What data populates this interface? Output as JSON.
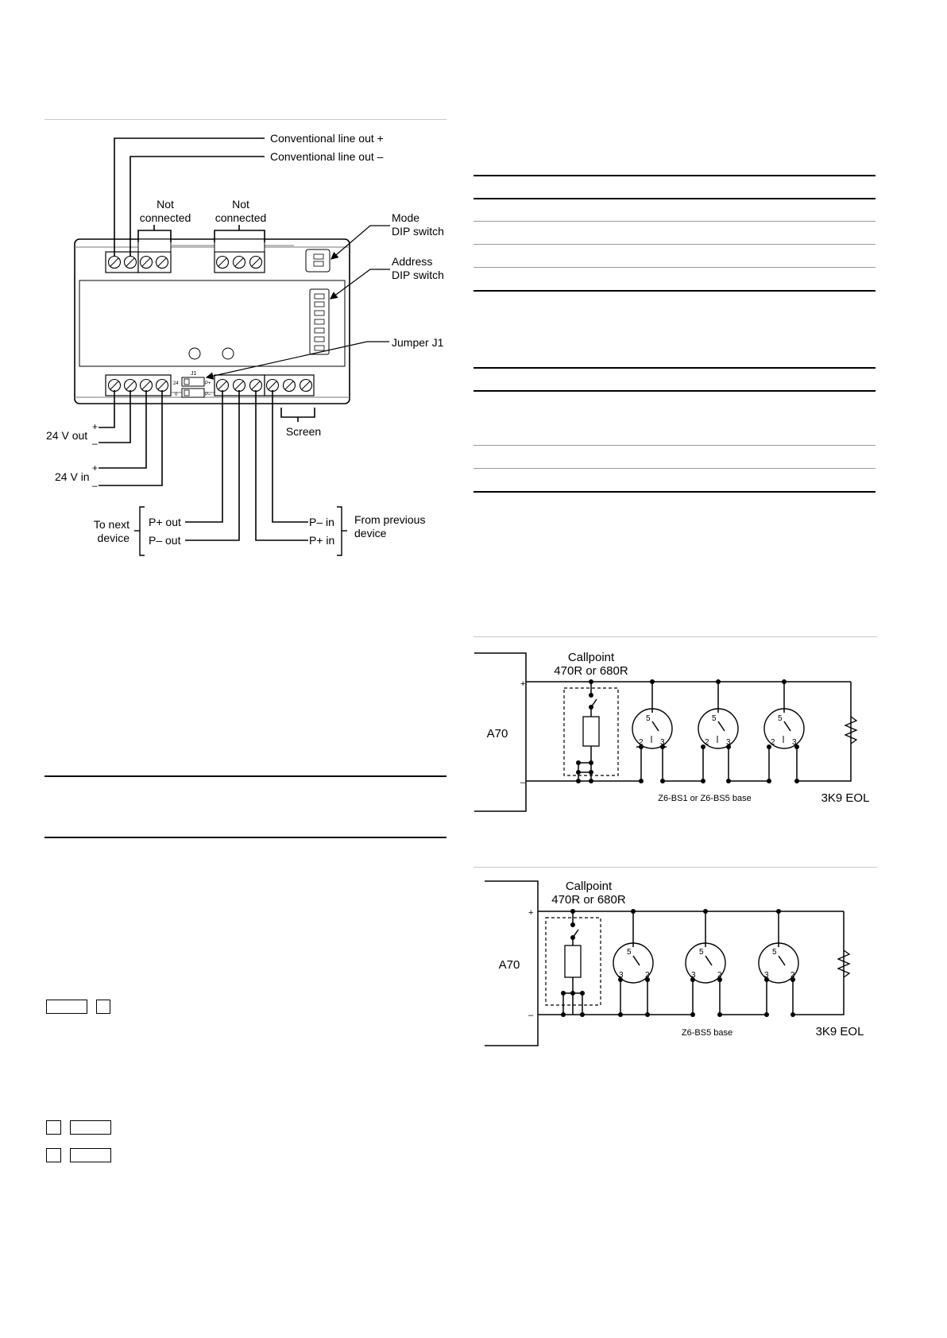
{
  "module_diagram": {
    "labels": {
      "line_out_plus": "Conventional line out +",
      "line_out_minus": "Conventional line out –",
      "not_connected_1": "Not\nconnected",
      "not_connected_2": "Not\nconnected",
      "mode_dip": "Mode\nDIP switch",
      "address_dip": "Address\nDIP switch",
      "jumper": "Jumper J1",
      "screen": "Screen",
      "v24_out": "24 V out",
      "v24_in": "24 V in",
      "plus": "+",
      "minus": "–",
      "to_next": "To next\ndevice",
      "p_plus_out": "P+ out",
      "p_minus_out": "P– out",
      "p_minus_in": "P– in",
      "p_plus_in": "P+ in",
      "from_previous": "From previous\ndevice",
      "j1": "J1",
      "j1_24": "24",
      "j1_0": "0",
      "j1_pos": "P+",
      "j1_neg": "P–"
    }
  },
  "wiring_diagram_1": {
    "callpoint": "Callpoint\n470R or 680R",
    "panel": "A70",
    "plus": "+",
    "minus": "–",
    "base": "Z6-BS1 or Z6-BS5 base",
    "eol": "3K9 EOL",
    "pins": [
      "5",
      "2",
      "3"
    ]
  },
  "wiring_diagram_2": {
    "callpoint": "Callpoint\n470R or 680R",
    "panel": "A70",
    "plus": "+",
    "minus": "–",
    "base": "Z6-BS5 base",
    "eol": "3K9 EOL",
    "pins": [
      "5",
      "3",
      "2"
    ]
  }
}
